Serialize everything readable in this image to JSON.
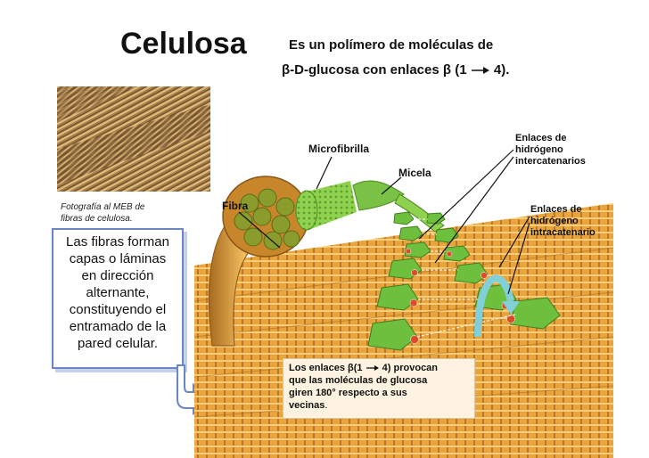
{
  "title": "Celulosa",
  "subtitle_line1": "Es un polímero de moléculas de",
  "subtitle_line2_greek": "β",
  "subtitle_line2_a": "-D-glucosa con enlaces ",
  "subtitle_line2_b": " (1",
  "subtitle_line2_c": "4).",
  "photo_caption_line1": "Fotografía al MEB de",
  "photo_caption_line2": "fibras de celulosa.",
  "side_note": [
    "Las fibras forman",
    "capas o láminas",
    "en dirección",
    "alternante,",
    "constituyendo el",
    "entramado de la",
    "pared celular."
  ],
  "labels": {
    "microfibrilla": "Microfibrilla",
    "micela": "Micela",
    "fibra": "Fibra",
    "inter": [
      "Enlaces de",
      "hidrógeno",
      "intercatenarios"
    ],
    "intra": [
      "Enlaces de",
      "hidrógeno",
      "intracatenario"
    ]
  },
  "bottom_note": {
    "a": "Los enlaces ",
    "greek": "β",
    "b": "(1",
    "c": "4) provocan",
    "line2": "que las moléculas de glucosa",
    "line3": "giren 180° respecto a sus",
    "line4": "vecinas",
    "end": "."
  },
  "colors": {
    "frame": "#6b86c7",
    "fiber": "#d89a3a",
    "micro": "#7cc744",
    "glucose": "#6fbf3f",
    "floor": "#e8a83a"
  }
}
